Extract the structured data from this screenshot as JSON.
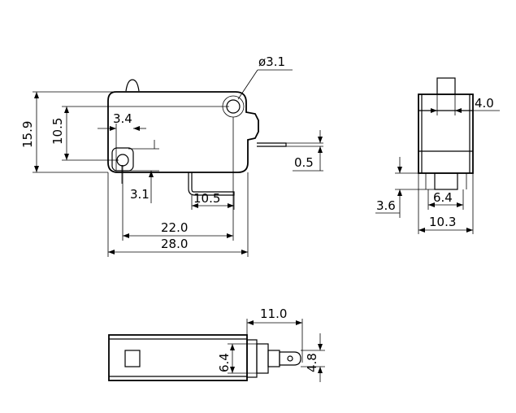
{
  "front_view": {
    "hole_diameter": "ø3.1",
    "dim_height_total": "15.9",
    "dim_height_holes": "10.5",
    "dim_hole_offset_x": "3.4",
    "dim_hole_offset_y": "3.1",
    "dim_terminal": "10.5",
    "dim_hole_spacing": "22.0",
    "dim_body_length": "28.0",
    "dim_terminal_thickness": "0.5"
  },
  "side_view": {
    "dim_plunger": "4.0",
    "dim_terminal_height": "3.6",
    "dim_inner_width": "6.4",
    "dim_body_width": "10.3"
  },
  "bottom_view": {
    "dim_terminal_length": "11.0",
    "dim_terminal_width": "6.4",
    "dim_tab_width": "4.8"
  }
}
